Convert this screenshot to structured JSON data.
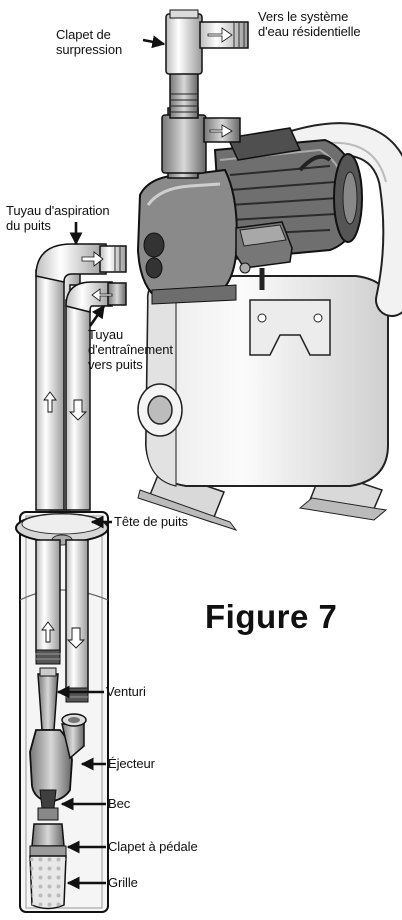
{
  "figure": {
    "title": "Figure 7",
    "labels": {
      "relief_valve": "Clapet de\nsurpression",
      "to_house": "Vers le système\nd'eau résidentielle",
      "suction_pipe": "Tuyau d'aspiration\ndu puits",
      "drive_pipe": "Tuyau\nd'entraînement\nvers puits",
      "well_head": "Tête de puits",
      "venturi": "Venturi",
      "ejector": "Éjecteur",
      "nozzle": "Bec",
      "foot_valve": "Clapet à pédale",
      "strainer": "Grille"
    }
  }
}
